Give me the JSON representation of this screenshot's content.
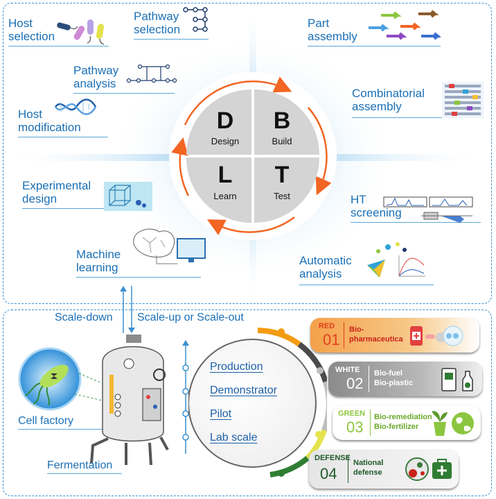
{
  "dbtl": {
    "design": {
      "letter": "D",
      "word": "Design"
    },
    "build": {
      "letter": "B",
      "word": "Build"
    },
    "learn": {
      "letter": "L",
      "word": "Learn"
    },
    "test": {
      "letter": "T",
      "word": "Test"
    }
  },
  "labels": {
    "host_selection": [
      "Host",
      "selection"
    ],
    "pathway_selection": [
      "Pathway",
      "selection"
    ],
    "pathway_analysis": [
      "Pathway",
      "analysis"
    ],
    "host_modification": [
      "Host",
      "modification"
    ],
    "experimental_design": [
      "Experimental",
      "design"
    ],
    "machine_learning": [
      "Machine",
      "learning"
    ],
    "part_assembly": [
      "Part",
      "assembly"
    ],
    "combinatorial_assembly": [
      "Combinatorial",
      "assembly"
    ],
    "ht_screening": [
      "HT",
      "screening"
    ],
    "automatic_analysis": [
      "Automatic",
      "analysis"
    ]
  },
  "scale": {
    "down": "Scale-down",
    "up": "Scale-up or Scale-out"
  },
  "bottom": {
    "cell_factory": "Cell factory",
    "fermentation": "Fermentation",
    "stages": [
      "Production",
      "Demonstrator",
      "Pilot",
      "Lab scale"
    ]
  },
  "categories": [
    {
      "name": "RED",
      "num": "01",
      "lines": [
        "Bio-",
        "pharmaceutica"
      ],
      "color": "#e0401f"
    },
    {
      "name": "WHITE",
      "num": "02",
      "lines": [
        "Bio-fuel",
        "Bio-plastic"
      ],
      "color": "#ffffff"
    },
    {
      "name": "GREEN",
      "num": "03",
      "lines": [
        "Bio-remediation",
        "Bio-fertilizer"
      ],
      "color": "#8cc63f"
    },
    {
      "name": "DEFENSE",
      "num": "04",
      "lines": [
        "National",
        "defense"
      ],
      "color": "#1f5a2a"
    }
  ]
}
